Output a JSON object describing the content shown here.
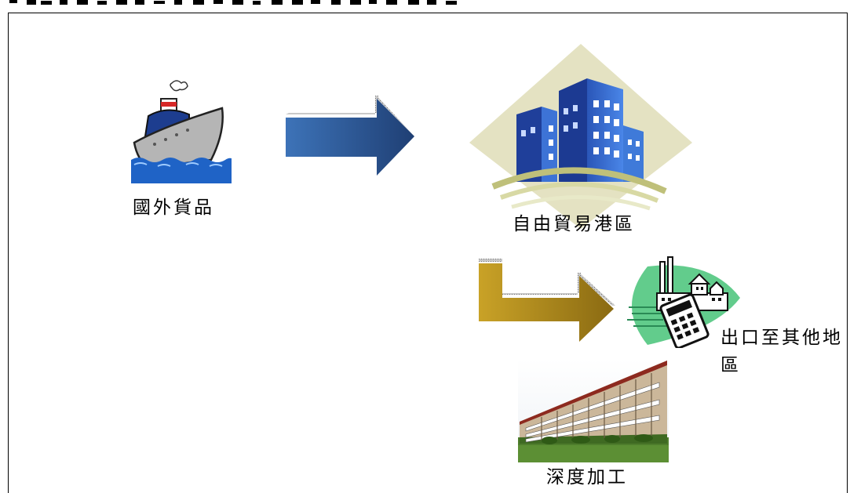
{
  "diagram": {
    "nodes": {
      "foreign_goods": {
        "label": "國外貨品",
        "icon": "ship-icon"
      },
      "free_trade_zone": {
        "label": "自由貿易港區",
        "icon": "city-buildings-icon"
      },
      "export": {
        "label": "出口至其他地區",
        "icon": "factory-calculator-icon"
      },
      "deep_processing": {
        "label": "深度加工",
        "icon": "factory-building-photo"
      }
    },
    "arrows": [
      {
        "from": "foreign_goods",
        "to": "free_trade_zone",
        "icon": "right-arrow-icon",
        "color": "#2f5b93"
      },
      {
        "from": "free_trade_zone",
        "to": "export",
        "icon": "bent-arrow-icon",
        "color": "#c9a227"
      }
    ]
  }
}
